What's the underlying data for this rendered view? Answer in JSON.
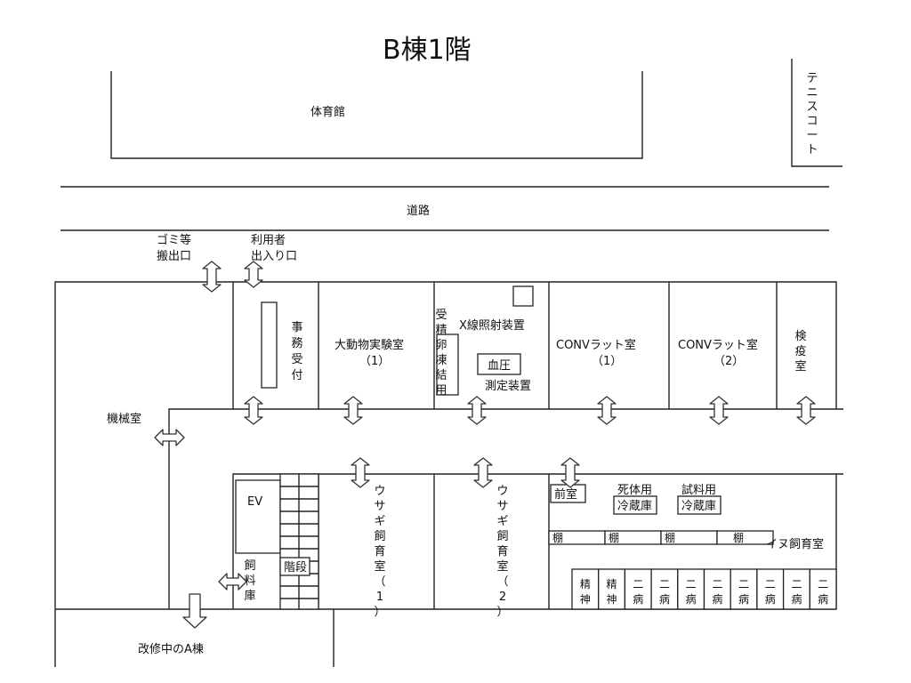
{
  "title": "B棟1階",
  "outside": {
    "gym": "体育館",
    "tennis": "テニスコート",
    "road": "道路",
    "garbage": [
      "ゴミ等",
      "搬出口"
    ],
    "user_entrance": [
      "利用者",
      "出入り口"
    ],
    "building_a": "改修中のA棟"
  },
  "rooms": {
    "machine_room": "機械室",
    "office": "事務受付",
    "large_animal": [
      "大動物実験室",
      "（1）"
    ],
    "sperm_egg": "受精卵凍結用",
    "xray": "X線照射装置",
    "bp_box": "血圧",
    "bp_label": "測定装置",
    "conv1": [
      "CONVラット室",
      "（1）"
    ],
    "conv2": [
      "CONVラット室",
      "（2）"
    ],
    "quarantine": "検疫室",
    "ev": "EV",
    "stairs": "階段",
    "feed": "飼料庫",
    "rabbit1": "ウサギ飼育室（1）",
    "rabbit2": "ウサギ飼育室（2）",
    "anteroom": "前室",
    "carcass": [
      "死体用",
      "冷蔵庫"
    ],
    "sample": [
      "試料用",
      "冷蔵庫"
    ],
    "shelf": "棚",
    "dog_room": "イヌ飼育室",
    "pens": [
      "精神",
      "精神",
      "二病",
      "二病",
      "二病",
      "二病",
      "二病",
      "二病",
      "二病",
      "二病"
    ]
  }
}
